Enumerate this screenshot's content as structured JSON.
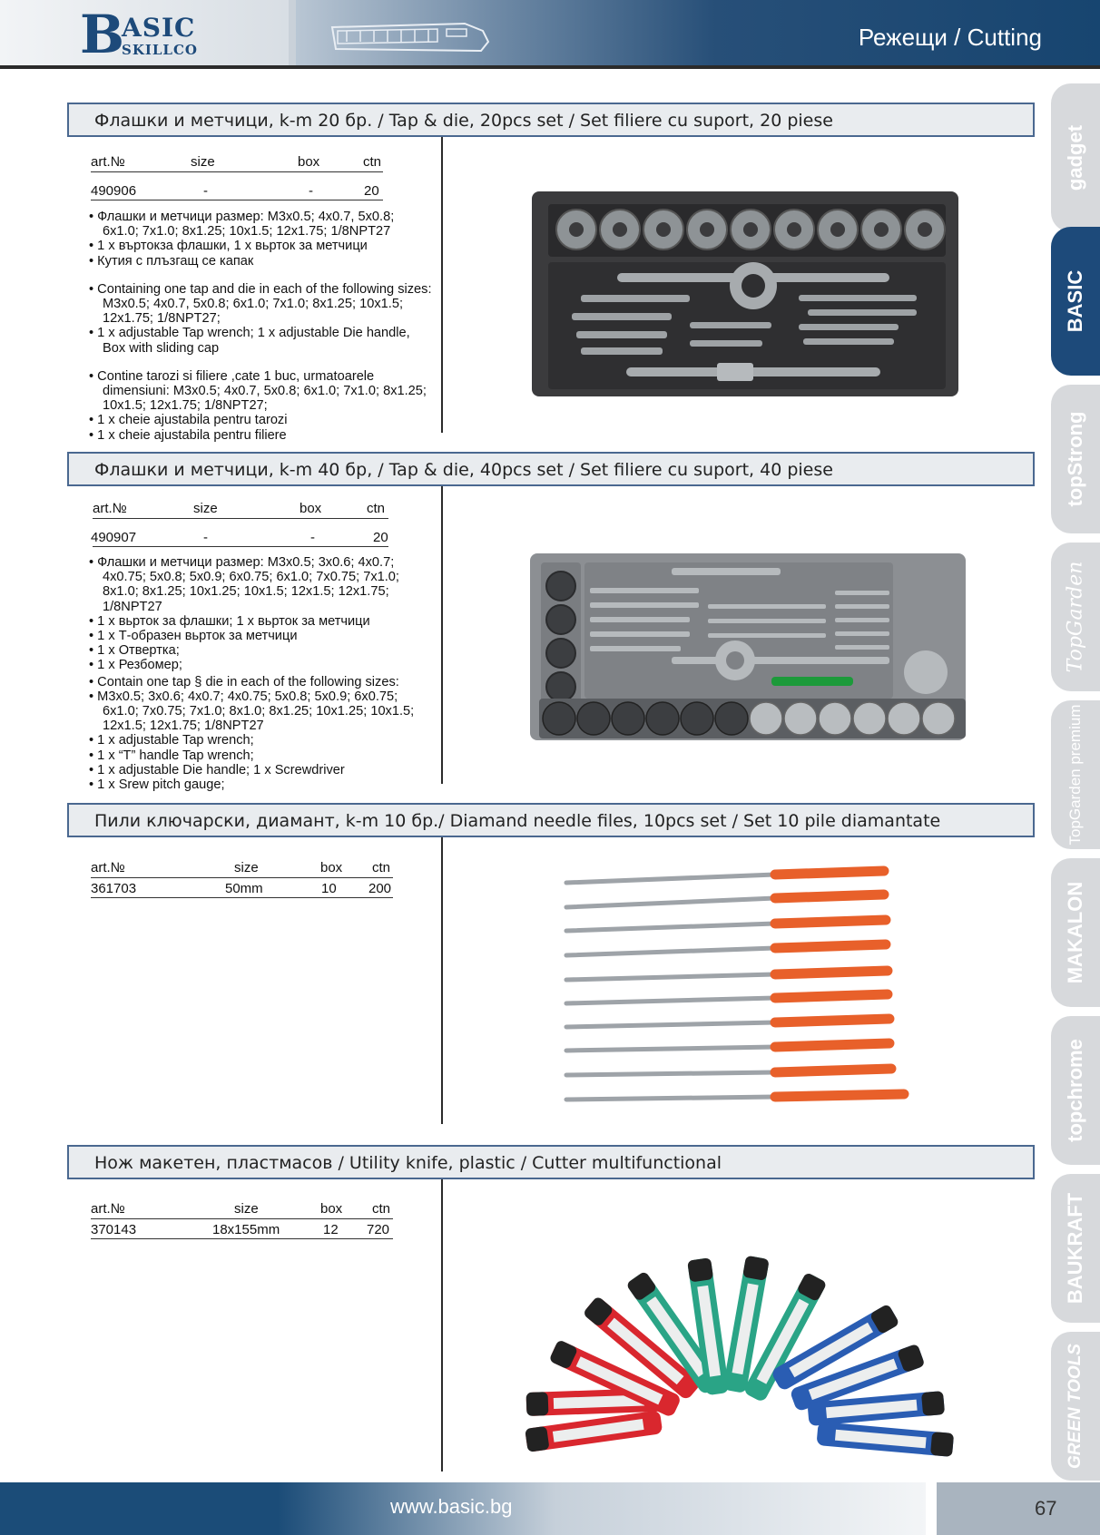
{
  "header": {
    "logo_big": "B",
    "logo_top": "ASIC",
    "logo_bottom": "SKILLCO",
    "title": "Режещи / Cutting"
  },
  "sections": [
    {
      "title": "Флашки и метчици, k-m 20 бр. / Tap & die, 20pcs set / Set filiere cu suport, 20 piese",
      "columns": [
        "art.№",
        "size",
        "box",
        "ctn"
      ],
      "row": [
        "490906",
        "-",
        "-",
        "20"
      ],
      "bullets_bg": [
        "Флашки и метчици размер: M3x0.5; 4x0.7, 5x0.8; 6x1.0; 7x1.0; 8x1.25; 10x1.5; 12x1.75; 1/8NPT27",
        "1 x въртокза флашки, 1 x вьрток за метчици",
        "Кутия с плъзгащ се капак"
      ],
      "bullets_en": [
        "Containing one tap and die in each of the following sizes: M3x0.5; 4x0.7, 5x0.8; 6x1.0; 7x1.0; 8x1.25; 10x1.5; 12x1.75; 1/8NPT27;",
        "1 x adjustable Tap wrench; 1 x adjustable Die handle, Box with sliding cap"
      ],
      "bullets_ro": [
        "Contine tarozi si filiere ,cate 1 buc, urmatoarele dimensiuni: M3x0.5; 4x0.7, 5x0.8; 6x1.0; 7x1.0; 8x1.25; 10x1.5; 12x1.75; 1/8NPT27;",
        "1 x cheie ajustabila pentru tarozi",
        "1 x cheie ajustabila pentru filiere"
      ]
    },
    {
      "title": "Флашки и метчици, k-m 40 бр, / Tap & die, 40pcs set  / Set filiere cu suport, 40 piese",
      "columns": [
        "art.№",
        "size",
        "box",
        "ctn"
      ],
      "row": [
        "490907",
        "-",
        "-",
        "20"
      ],
      "bullets_bg": [
        "Флашки и метчици размер: M3x0.5; 3x0.6; 4x0.7; 4x0.75; 5x0.8; 5x0.9; 6x0.75; 6x1.0; 7x0.75; 7x1.0; 8x1.0; 8x1.25; 10x1.25; 10x1.5; 12x1.5; 12x1.75; 1/8NPT27",
        "1 x вьрток за флашки; 1 x вьрток за метчици",
        "1 x Т-образен вьрток за метчици",
        "1 x Отвертка;",
        "1 x Резбомер;"
      ],
      "bullets_en": [
        "Contain one tap § die in each of the following sizes:",
        "M3x0.5; 3x0.6; 4x0.7; 4x0.75; 5x0.8; 5x0.9; 6x0.75; 6x1.0; 7x0.75; 7x1.0; 8x1.0; 8x1.25; 10x1.25; 10x1.5; 12x1.5; 12x1.75; 1/8NPT27",
        "1 x adjustable Tap wrench;",
        "1 x “T” handle Tap wrench;",
        "1 x adjustable Die handle; 1 x Screwdriver",
        "1 x Srew pitch gauge;"
      ]
    },
    {
      "title": "Пили ключарски, диамант, k-m 10 бр./ Diamand needle files, 10pcs set / Set 10 pile diamantate",
      "columns": [
        "art.№",
        "size",
        "box",
        "ctn"
      ],
      "row": [
        "361703",
        "50mm",
        "10",
        "200"
      ]
    },
    {
      "title": "Нож макетен, пластмасов / Utility knife, plastic  / Cutter multifunctional",
      "columns": [
        "art.№",
        "size",
        "box",
        "ctn"
      ],
      "row": [
        "370143",
        "18x155mm",
        "12",
        "720"
      ]
    }
  ],
  "side_tabs": [
    "gadget",
    "BASIC",
    "topStrong",
    "TopGarden",
    "TopGarden premium",
    "MAKALON",
    "topchrome",
    "BAUKRAFT",
    "GREEN TOOLS"
  ],
  "footer": {
    "url": "www.basic.bg",
    "page": "67"
  }
}
